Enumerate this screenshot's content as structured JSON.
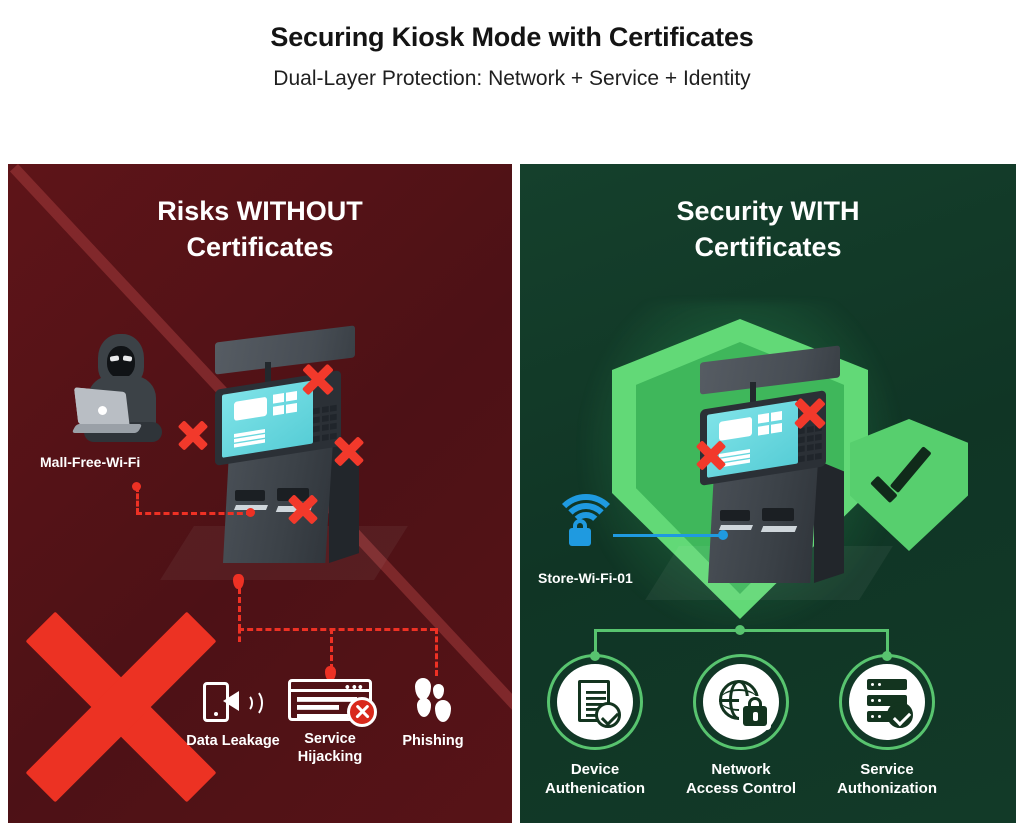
{
  "header": {
    "title": "Securing Kiosk Mode with Certificates",
    "subtitle": "Dual-Layer Protection: Network + Service + Identity"
  },
  "colors": {
    "page_background": "#ffffff",
    "left_panel_background": "#4d1116",
    "right_panel_background": "#103525",
    "risk_accent": "#ee3124",
    "danger_x": "#f2392b",
    "secure_accent": "#58c46f",
    "shield_green": "#62d977",
    "wifi_blue": "#1f9ae0",
    "kiosk_screen_cyan": "#57cdd6",
    "title_text": "#141414",
    "panel_title_text": "#ffffff"
  },
  "left_panel": {
    "title": "Risks WITHOUT\nCertificates",
    "title_line1": "Risks WITHOUT",
    "title_line2": "Certificates",
    "network_label": "Mall-Free-Wi-Fi",
    "actor": {
      "name": "hooded-hacker",
      "device": "laptop"
    },
    "kiosk": {
      "name": "payment-kiosk",
      "x_mark_count": 4
    },
    "overlay_x": {
      "name": "big-red-x",
      "meaning": "insecure"
    },
    "risks": [
      {
        "icon": "data-leakage-icon",
        "label": "Data Leakage",
        "label_line1": "Data Leakage",
        "label_line2": ""
      },
      {
        "icon": "service-hijacking-icon",
        "label": "Service Hijacking",
        "label_line1": "Service",
        "label_line2": "Hijacking"
      },
      {
        "icon": "phishing-icon",
        "label": "Phishing",
        "label_line1": "Phishing",
        "label_line2": ""
      }
    ]
  },
  "right_panel": {
    "title_line1": "Security WITH",
    "title_line2": "Certificates",
    "network_label": "Store-Wi-Fi-01",
    "wifi_icon": "wifi-lock-icon",
    "shield": {
      "name": "protection-shield",
      "state": "protected"
    },
    "verified_badge": {
      "name": "shield-check",
      "symbol": "check"
    },
    "kiosk": {
      "name": "payment-kiosk",
      "x_mark_count": 2
    },
    "controls": [
      {
        "icon": "certificate-document-check-icon",
        "label": "Device Authenication",
        "label_line1": "Device",
        "label_line2": "Authenication"
      },
      {
        "icon": "globe-lock-icon",
        "label": "Network Access Control",
        "label_line1": "Network",
        "label_line2": "Access Control"
      },
      {
        "icon": "server-check-icon",
        "label": "Service Authonization",
        "label_line1": "Service",
        "label_line2": "Authonization"
      }
    ]
  }
}
